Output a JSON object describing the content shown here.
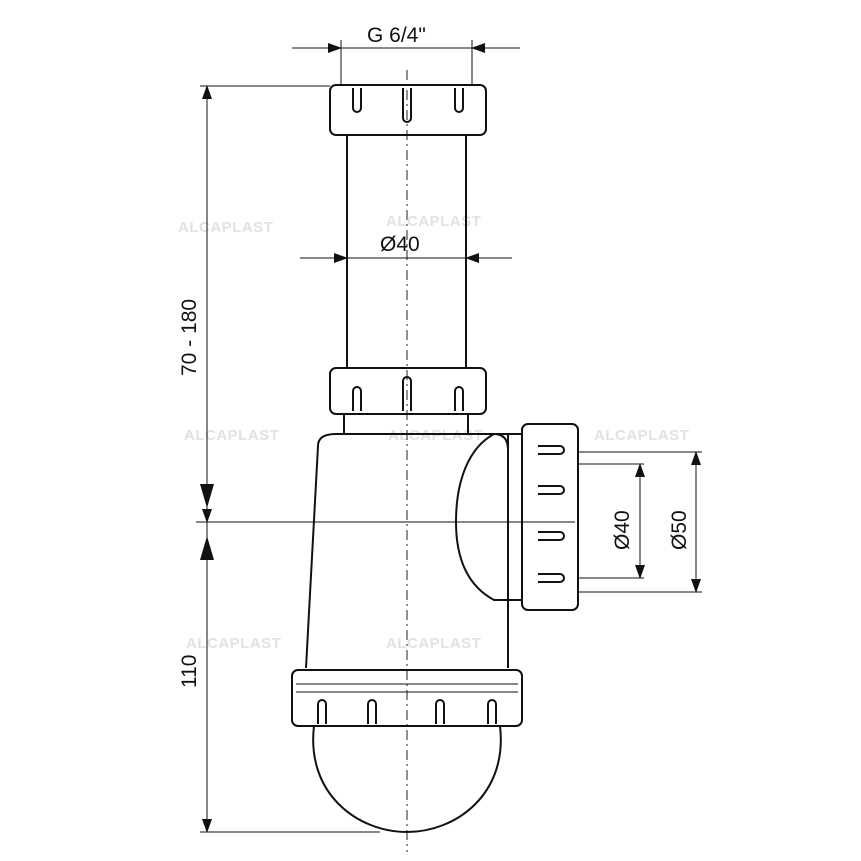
{
  "dimensions": {
    "thread": "G 6/4\"",
    "tube_diameter": "Ø40",
    "adjustable_height": "70 - 180",
    "bottom_height": "110",
    "outlet_inner": "Ø40",
    "outlet_outer": "Ø50"
  },
  "watermark": {
    "text": "ALCAPLAST"
  },
  "colors": {
    "line": "#111111",
    "watermark": "#e2e2e2"
  }
}
